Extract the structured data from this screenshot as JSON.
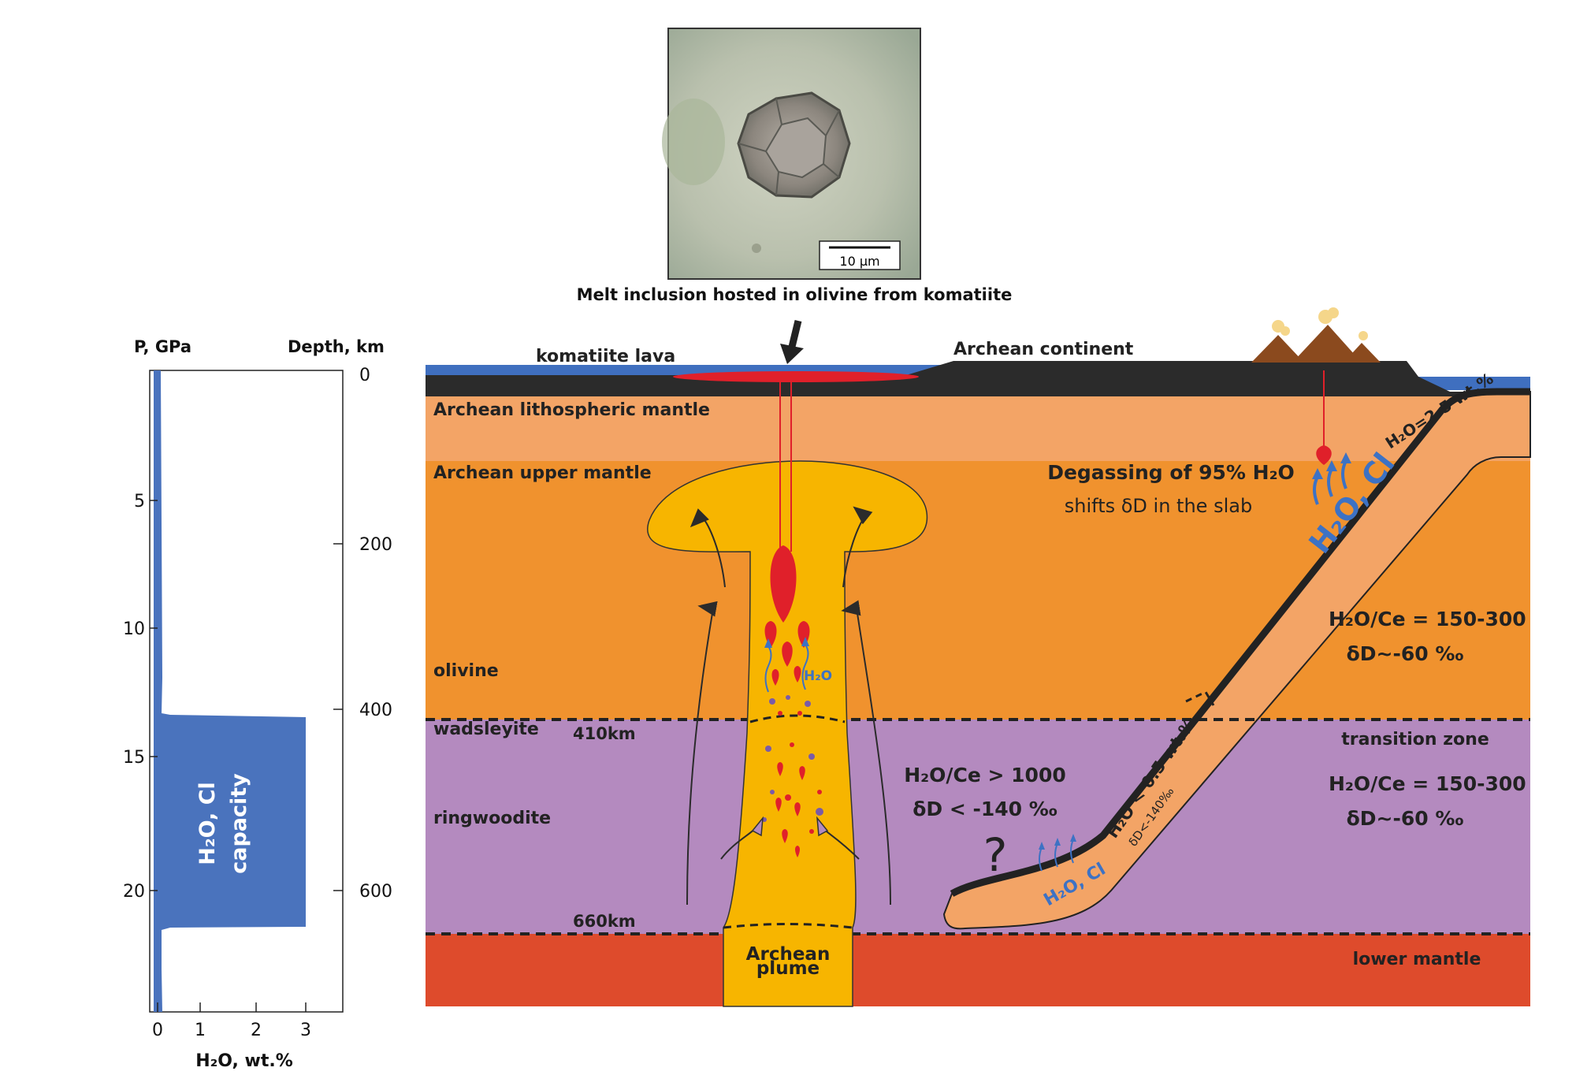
{
  "micrograph": {
    "scale_label": "10 µm",
    "caption": "Melt inclusion hosted in olivine from komatiite"
  },
  "profile": {
    "left_axis_title": "P, GPa",
    "right_axis_title": "Depth, km",
    "x_axis_title": "H₂O, wt.%",
    "pressure_ticks": [
      "5",
      "10",
      "15",
      "20"
    ],
    "depth_ticks": [
      "0",
      "200",
      "400",
      "600"
    ],
    "x_ticks": [
      "0",
      "1",
      "2",
      "3"
    ],
    "capacity_label_1": "H₂O, Cl",
    "capacity_label_2": "capacity"
  },
  "section": {
    "komatiite_lava": "komatiite lava",
    "archean_continent": "Archean continent",
    "lithospheric_mantle": "Archean lithospheric mantle",
    "upper_mantle": "Archean upper mantle",
    "olivine": "olivine",
    "wadsleyite": "wadsleyite",
    "ringwoodite": "ringwoodite",
    "d410": "410km",
    "d660": "660km",
    "plume_1": "Archean",
    "plume_2": "plume",
    "plume_h2o": "H₂O",
    "degassing_1": "Degassing of 95% H₂O",
    "degassing_2": "shifts δD in the slab",
    "slab_h2o_top": "H₂O=2-5 wt.%",
    "slab_h2o_cl_big": "H₂O, Cl",
    "slab_h2o_cl_small": "H₂O, Cl",
    "slab_low_h2o": "H₂O < 0.5 wt.%",
    "slab_low_dd": "δD<-140‰",
    "um_ratio": "H₂O/Ce = 150-300",
    "um_dd": "δD~-60 ‰",
    "tz_label": "transition  zone",
    "tz_ratio": "H₂O/Ce = 150-300",
    "tz_dd": "δD~-60 ‰",
    "deep_ratio": "H₂O/Ce > 1000",
    "deep_dd": "δD < -140 ‰",
    "question": "?",
    "lower_mantle": "lower mantle"
  },
  "colors": {
    "ocean": "#3f6fbf",
    "crust": "#2b2b2b",
    "lithosphere": "#f3a466",
    "upper_mantle": "#f0922e",
    "transition_zone": "#b48abf",
    "lower_mantle": "#de4b2c",
    "plume": "#f7b500",
    "melt": "#e0202a",
    "water": "#3d72c4",
    "slab": "#f3a466"
  }
}
